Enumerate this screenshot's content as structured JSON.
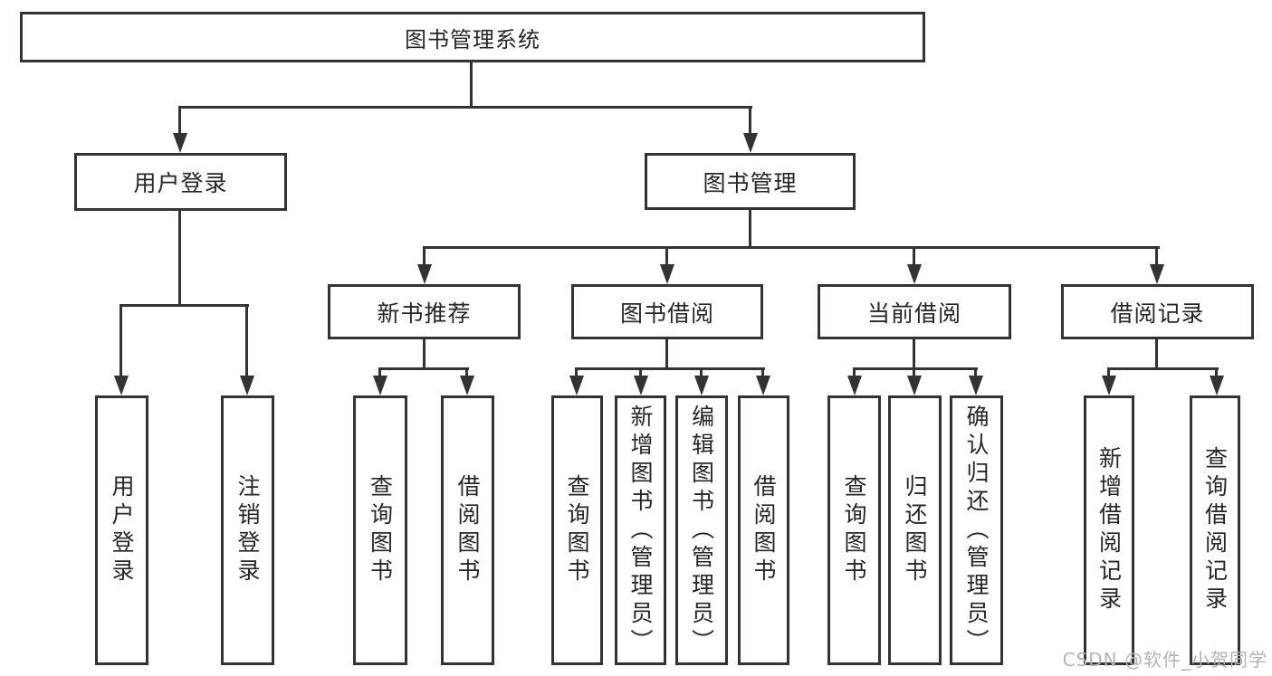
{
  "nodes": {
    "root": "图书管理系统",
    "user_login": "用户登录",
    "book_mgmt": "图书管理",
    "new_book": "新书推荐",
    "book_borrow": "图书借阅",
    "current_borrow": "当前借阅",
    "borrow_record": "借阅记录"
  },
  "leaves": {
    "user_login": [
      "用户登录",
      "注销登录"
    ],
    "new_book": [
      "查询图书",
      "借阅图书"
    ],
    "book_borrow": [
      "查询图书",
      "新增图书（管理员）",
      "编辑图书（管理员）",
      "借阅图书"
    ],
    "current_borrow": [
      "查询图书",
      "归还图书",
      "确认归还（管理员）"
    ],
    "borrow_record": [
      "新增借阅记录",
      "查询借阅记录"
    ]
  },
  "watermark": "CSDN @软件_小贺同学",
  "colors": {
    "line": "#333333",
    "text": "#262626",
    "watermark": "#b3b3b3",
    "background": "#ffffff"
  }
}
